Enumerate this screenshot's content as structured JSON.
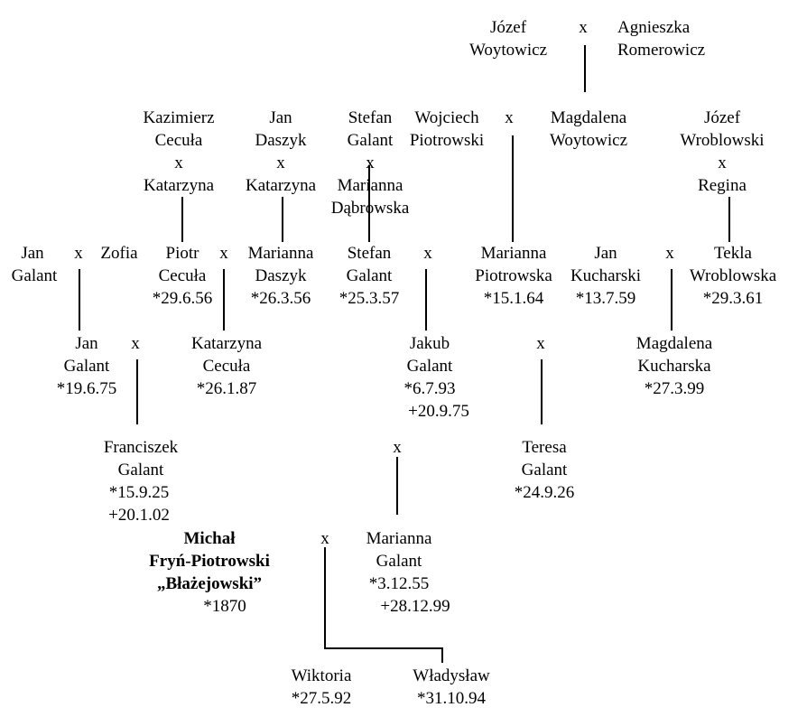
{
  "marriage_symbol": "x",
  "persons": {
    "jozef_woytowicz": [
      "Józef",
      "Woytowicz"
    ],
    "agnieszka_romerowicz": [
      "Agnieszka",
      "Romerowicz"
    ],
    "kazimierz_cecula": [
      "Kazimierz",
      "Cecuła",
      "x",
      "Katarzyna"
    ],
    "jan_daszyk": [
      "Jan",
      "Daszyk",
      "x",
      "Katarzyna"
    ],
    "stefan_galant_sr": [
      "Stefan",
      "Galant",
      "x",
      "Marianna",
      "Dąbrowska"
    ],
    "wojciech_piotrowski": [
      "Wojciech",
      "Piotrowski"
    ],
    "magdalena_woytowicz": [
      "Magdalena",
      "Woytowicz"
    ],
    "jozef_wroblowski": [
      "Józef",
      "Wroblowski",
      "x",
      "Regina"
    ],
    "jan_galant_sr_first": [
      "Jan"
    ],
    "jan_galant_sr_last": [
      "Galant"
    ],
    "zofia": [
      "Zofia"
    ],
    "piotr_cecula": [
      "Piotr",
      "Cecuła",
      "*29.6.56"
    ],
    "marianna_daszyk": [
      "Marianna",
      "Daszyk",
      "*26.3.56"
    ],
    "stefan_galant": [
      "Stefan",
      "Galant",
      "*25.3.57"
    ],
    "marianna_piotrowska": [
      "Marianna",
      "Piotrowska",
      "*15.1.64"
    ],
    "jan_kucharski": [
      "Jan",
      "Kucharski",
      "*13.7.59"
    ],
    "tekla_wroblowska": [
      "Tekla",
      "Wroblowska",
      "*29.3.61"
    ],
    "jan_galant": [
      "Jan",
      "Galant",
      "*19.6.75"
    ],
    "katarzyna_cecula": [
      "Katarzyna",
      "Cecuła",
      "*26.1.87"
    ],
    "jakub_galant": [
      "Jakub",
      "Galant",
      "*6.7.93"
    ],
    "jakub_galant_death": [
      "+20.9.75"
    ],
    "magdalena_kucharska": [
      "Magdalena",
      "Kucharska",
      "*27.3.99"
    ],
    "franciszek_galant": [
      "Franciszek",
      "Galant"
    ],
    "franciszek_galant_dates": [
      "*15.9.25",
      "+20.1.02"
    ],
    "teresa_galant": [
      "Teresa",
      "Galant",
      "*24.9.26"
    ],
    "michal": [
      "Michał",
      "Fryń-Piotrowski",
      "„Błażejowski”",
      "*1870"
    ],
    "marianna_galant": [
      "Marianna",
      "Galant",
      "*3.12.55"
    ],
    "marianna_galant_death": [
      "+28.12.99"
    ],
    "wiktoria": [
      "Wiktoria",
      "*27.5.92"
    ],
    "wladyslaw": [
      "Władysław",
      "*31.10.94"
    ]
  }
}
